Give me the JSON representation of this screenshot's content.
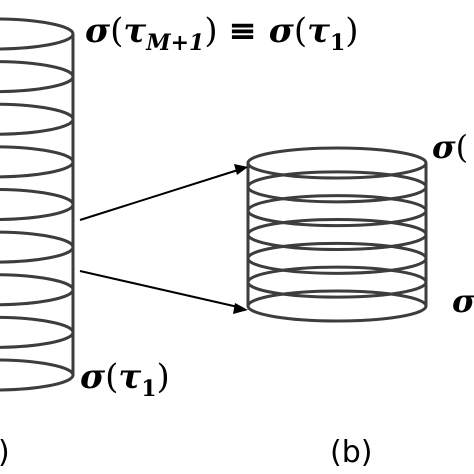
{
  "labels": {
    "top_left_lhs_sigma": "σ",
    "top_left_tau": "τ",
    "top_left_sub": "M+1",
    "top_left_equiv": "≡",
    "top_left_rhs_sigma": "σ",
    "top_left_rhs_tau": "τ",
    "top_left_rhs_sub": "1",
    "bottom_left_sigma": "σ",
    "bottom_left_tau": "τ",
    "bottom_left_sub": "1",
    "right_top_sigma": "σ",
    "right_bottom_sigma": "σ",
    "panel_a_label": ")",
    "panel_b_label": "(b)"
  },
  "colors": {
    "ring": "#3d3d3d",
    "ring_light": "#bdbdbd",
    "arrow": "#000000"
  },
  "left_stack_ring_count": 9,
  "right_stack_ring_count": 7,
  "arrow_count": 2
}
